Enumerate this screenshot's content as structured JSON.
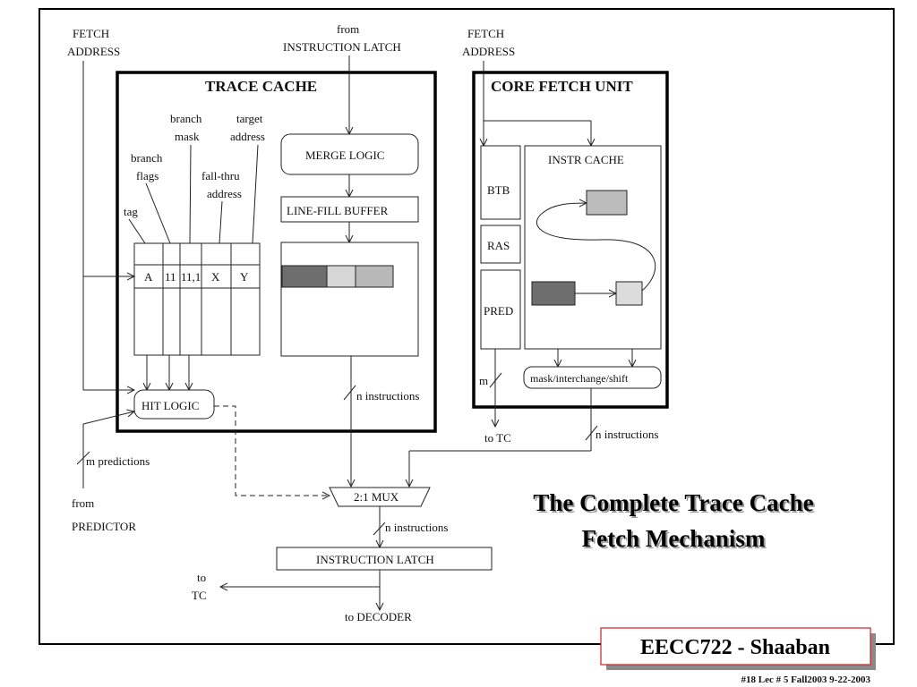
{
  "labels": {
    "fetch_address_left_1": "FETCH",
    "fetch_address_left_2": "ADDRESS",
    "from_instr_latch_1": "from",
    "from_instr_latch_2": "INSTRUCTION LATCH",
    "fetch_address_right_1": "FETCH",
    "fetch_address_right_2": "ADDRESS",
    "trace_cache": "TRACE CACHE",
    "core_fetch_unit": "CORE FETCH UNIT",
    "branch_mask_1": "branch",
    "branch_mask_2": "mask",
    "target_address_1": "target",
    "target_address_2": "address",
    "branch_flags_1": "branch",
    "branch_flags_2": "flags",
    "fall_thru_1": "fall-thru",
    "fall_thru_2": "address",
    "tag": "tag",
    "merge_logic": "MERGE LOGIC",
    "line_fill_buffer": "LINE-FILL BUFFER",
    "cell_a": "A",
    "cell_11": "11",
    "cell_11_1": "11,1",
    "cell_x": "X",
    "cell_y": "Y",
    "hit_logic": "HIT LOGIC",
    "n_instructions_tc": "n instructions",
    "m_predictions": "m predictions",
    "from_predictor_1": "from",
    "from_predictor_2": "PREDICTOR",
    "mux": "2:1 MUX",
    "n_instructions_mux": "n instructions",
    "instruction_latch": "INSTRUCTION LATCH",
    "to_tc_left_1": "to",
    "to_tc_left_2": "TC",
    "to_decoder": "to DECODER",
    "btb": "BTB",
    "ras": "RAS",
    "pred": "PRED",
    "instr_cache": "INSTR CACHE",
    "mask_shift": "mask/interchange/shift",
    "m": "m",
    "to_tc_right": "to TC",
    "n_instructions_core": "n instructions"
  },
  "title": {
    "line1": "The Complete Trace Cache",
    "line2": "Fetch Mechanism"
  },
  "badge": "EECC722 - Shaaban",
  "footer": "#18   Lec # 5    Fall2003  9-22-2003"
}
